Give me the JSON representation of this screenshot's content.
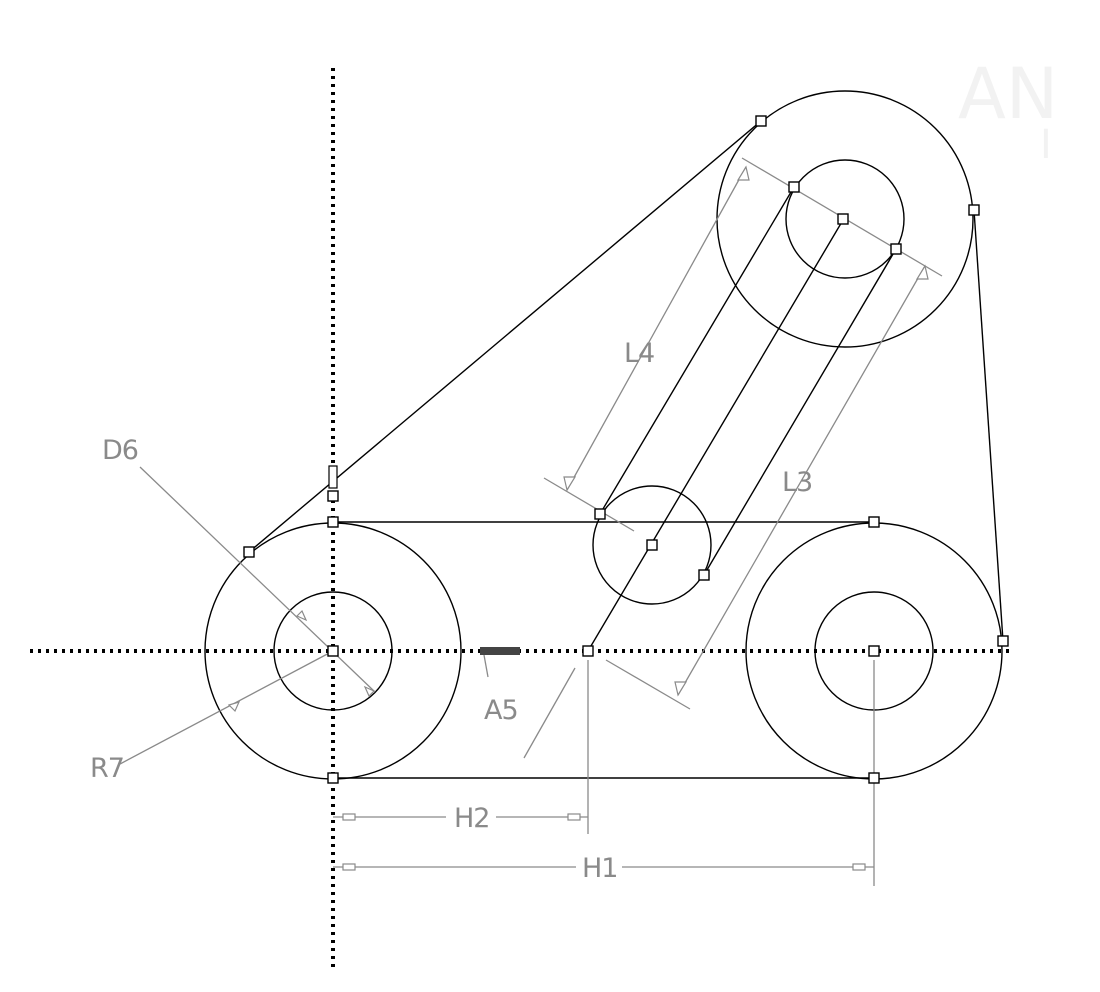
{
  "sketch": {
    "dimensions": {
      "d6": "D6",
      "r7": "R7",
      "a5": "A5",
      "l4": "L4",
      "l3": "L3",
      "h2": "H2",
      "h1": "H1"
    },
    "watermark": {
      "main": "AN",
      "sub": "I"
    }
  }
}
